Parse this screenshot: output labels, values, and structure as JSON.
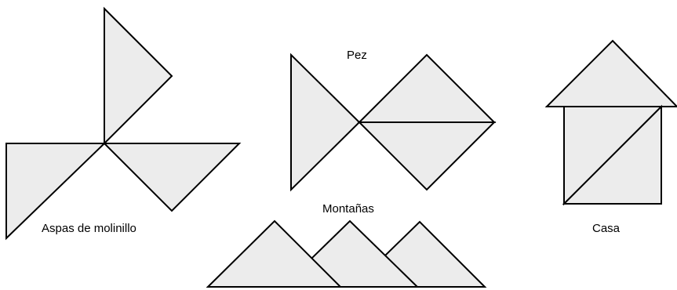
{
  "fill_color": "#ececec",
  "stroke_color": "#000000",
  "figures": {
    "molinillo": {
      "label": "Aspas de molinillo",
      "pieces": [
        "triangle",
        "triangle",
        "triangle"
      ]
    },
    "pez": {
      "label": "Pez",
      "pieces": [
        "triangle",
        "triangle",
        "triangle"
      ]
    },
    "montanas": {
      "label": "Montañas",
      "pieces": [
        "triangle",
        "triangle",
        "triangle"
      ]
    },
    "casa": {
      "label": "Casa",
      "pieces": [
        "triangle",
        "triangle",
        "triangle"
      ]
    }
  }
}
